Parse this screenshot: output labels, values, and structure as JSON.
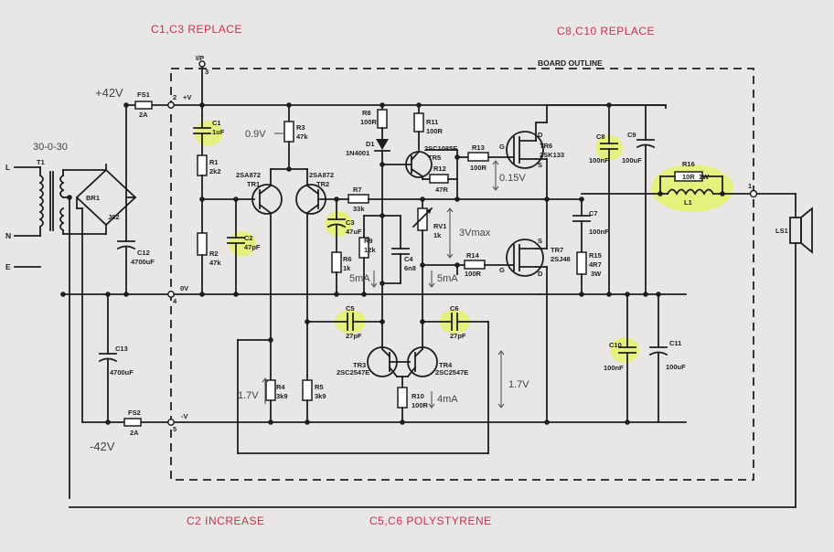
{
  "notes": {
    "c1c3": "C1,C3 REPLACE",
    "c8c10": "C8,C10 REPLACE",
    "c2": "C2 INCREASE",
    "c5c6": "C5,C6 POLYSTYRENE"
  },
  "handwritten": {
    "plus42": "+42V",
    "minus42": "-42V",
    "transformer": "30-0-30",
    "v09": "0.9V",
    "v015": "0.15V",
    "v3max": "3Vmax",
    "ma5a": "5mA",
    "ma5b": "5mA",
    "ma4": "4mA",
    "v17a": "1.7V",
    "v17b": "1.7V"
  },
  "labels": {
    "board_outline": "BOARD OUTLINE",
    "ip": "I/P",
    "pin3": "3",
    "pin2": "2",
    "pin2v": "+V",
    "pin4": "4",
    "pin4v": "0V",
    "pin5": "5",
    "pin5v": "-V",
    "pin1": "1",
    "mains_l": "L",
    "mains_n": "N",
    "mains_e": "E",
    "t1": "T1",
    "br1": "BR1",
    "br1_part": "J02",
    "fs1": "FS1",
    "fs1_val": "2A",
    "fs2": "FS2",
    "fs2_val": "2A",
    "c12": "C12",
    "c12_val": "4700uF",
    "c13": "C13",
    "c13_val": "4700uF",
    "c1": "C1",
    "c1_val": "1uF",
    "r1": "R1",
    "r1_val": "2k2",
    "r2": "R2",
    "r2_val": "47k",
    "c2": "C2",
    "c2_val": "47pF",
    "r3": "R3",
    "r3_val": "47k",
    "tr1": "2SA872",
    "tr1_ref": "TR1",
    "tr2": "2SA872",
    "tr2_ref": "TR2",
    "r4": "R4",
    "r4_val": "3k9",
    "r5": "R5",
    "r5_val": "3k9",
    "r7": "R7",
    "r7_val": "33k",
    "c3": "C3",
    "c3_val": "47uF",
    "r6": "R6",
    "r6_val": "1k",
    "r8": "R8",
    "r8_val": "100R",
    "d1": "D1",
    "d1_val": "1N4001",
    "r9": "R9",
    "r9_val": "12k",
    "c4": "C4",
    "c4_val": "6n8",
    "r11": "R11",
    "r11_val": "100R",
    "tr5": "2SC1085E",
    "tr5_ref": "TR5",
    "r12": "R12",
    "r12_val": "47R",
    "rv1": "RV1",
    "rv1_val": "1k",
    "r13": "R13",
    "r13_val": "100R",
    "r14": "R14",
    "r14_val": "100R",
    "tr6": "TR6",
    "tr6_part": "2SK133",
    "tr7": "TR7",
    "tr7_part": "2SJ48",
    "g": "G",
    "s": "S",
    "d": "D",
    "c5": "C5",
    "c5_val": "27pF",
    "c6": "C6",
    "c6_val": "27pF",
    "tr3": "TR3",
    "tr3_part": "2SC2547E",
    "tr4": "TR4",
    "tr4_part": "2SC2547E",
    "r10": "R10",
    "r10_val": "100R",
    "c7": "C7",
    "c7_val": "100nF",
    "r15": "R15",
    "r15_val": "4R7",
    "r15_w": "3W",
    "c8": "C8",
    "c8_val": "100nF",
    "c9": "C9",
    "c9_val": "100uF",
    "c10": "C10",
    "c10_val": "100nF",
    "c11": "C11",
    "c11_val": "100uF",
    "r16": "R16",
    "r16_val": "10R",
    "r16_w": "1W",
    "l1": "L1",
    "ls1": "LS1"
  }
}
